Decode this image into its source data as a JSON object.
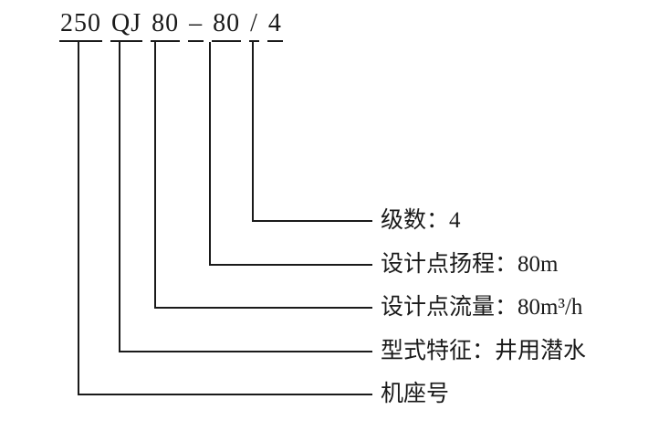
{
  "model_code": {
    "segments": [
      "250",
      "QJ",
      "80",
      "–",
      "80",
      "/",
      "4"
    ]
  },
  "annotations": [
    {
      "label": "级数：4"
    },
    {
      "label": "设计点扬程：80m"
    },
    {
      "label": "设计点流量：80m³/h"
    },
    {
      "label": "型式特征：井用潜水"
    },
    {
      "label": "机座号"
    }
  ],
  "colors": {
    "line": "#1a1a1a",
    "background": "#ffffff"
  }
}
